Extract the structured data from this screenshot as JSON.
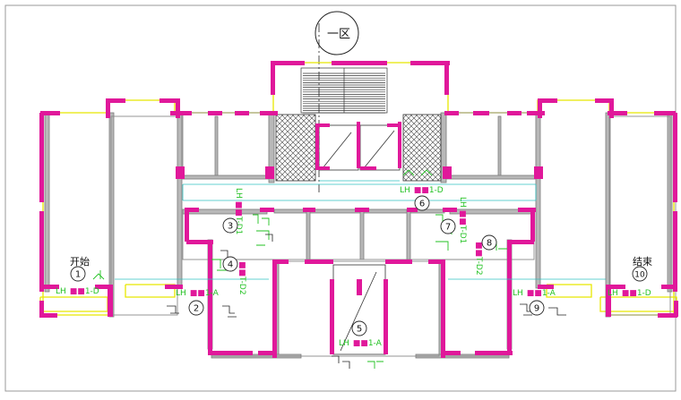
{
  "drawing": {
    "zone_label": "一区",
    "start_label": "开始",
    "end_label": "结束"
  },
  "sequence_markers": [
    "1",
    "2",
    "3",
    "4",
    "5",
    "6",
    "7",
    "8",
    "9",
    "10"
  ],
  "tags": {
    "t1": "LH",
    "t2": "1-D",
    "t3": "1-D",
    "t4": "1-A",
    "t5": "1-A",
    "t6": "1-A",
    "t7": "1-D",
    "v1": "T-D1",
    "v2": "T-D2",
    "v3": "T-D1",
    "v4": "T-D2"
  },
  "colors": {
    "wall_magenta": "#e0189a",
    "outline_gray": "#7a7a7a",
    "annotation_green": "#22c222",
    "yellow_line": "#e8e800",
    "cyan_line": "#30c0c0",
    "wall_fill": "#b8b8b8"
  }
}
